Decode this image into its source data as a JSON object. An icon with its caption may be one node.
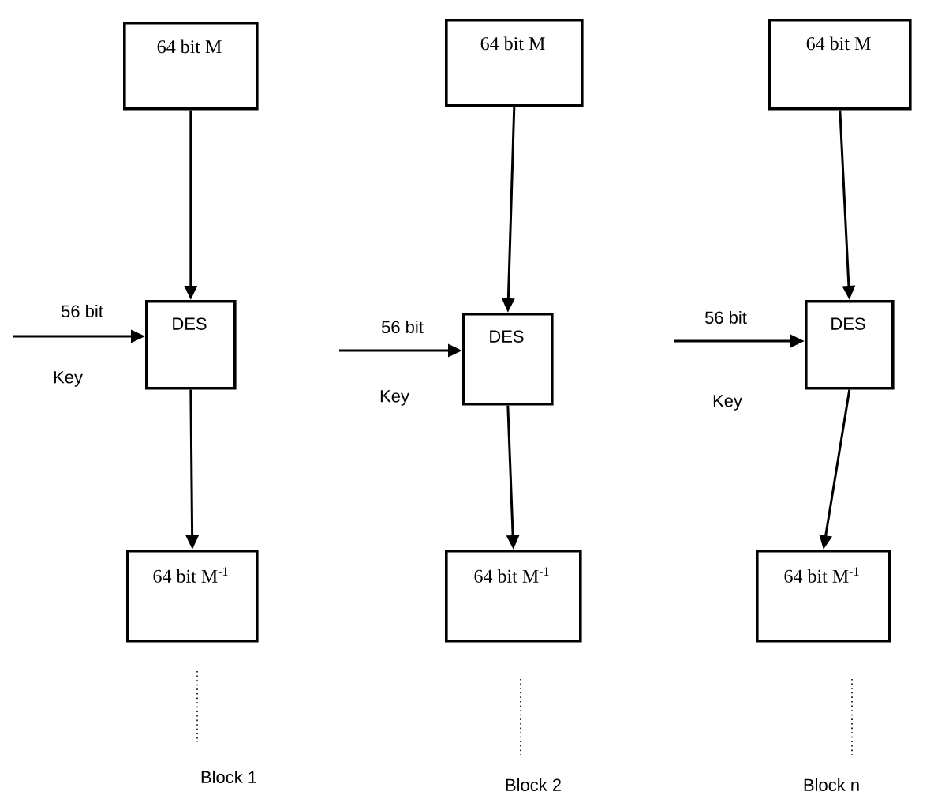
{
  "diagram": {
    "nodes": [
      {
        "text": [
          "64 bit M"
        ]
      },
      {
        "text": [
          "64 bit M"
        ]
      },
      {
        "text": [
          "64 bit M"
        ]
      },
      {
        "text": [
          "DES"
        ]
      },
      {
        "text": [
          "DES"
        ]
      },
      {
        "text": [
          "DES"
        ]
      },
      {
        "text": [
          "64 bit M$^{-1}$"
        ]
      },
      {
        "text": [
          "64 bit M$^{-1}$"
        ]
      },
      {
        "text": [
          "64 bit M$^{-1}$"
        ]
      }
    ],
    "edges": [
      {
        "from": 0,
        "to": 3,
        "arrow": "to"
      },
      {
        "from": 3,
        "to": 6,
        "arrow": "to"
      },
      {
        "from": null,
        "to": 3,
        "arrow": "to",
        "label": "56 bit"
      },
      {
        "from": 1,
        "to": 4,
        "arrow": "to"
      },
      {
        "from": 4,
        "to": 7,
        "arrow": "to"
      },
      {
        "from": null,
        "to": 4,
        "arrow": "to",
        "label": "56 bit"
      },
      {
        "from": 2,
        "to": 5,
        "arrow": "to"
      },
      {
        "from": 5,
        "to": 8,
        "arrow": "to"
      },
      {
        "from": null,
        "to": 5,
        "arrow": "to",
        "label": "56 bit"
      }
    ],
    "labels": [
      "Key",
      "Key",
      "Key",
      "Block 1",
      "Block 2",
      "Block n"
    ]
  }
}
